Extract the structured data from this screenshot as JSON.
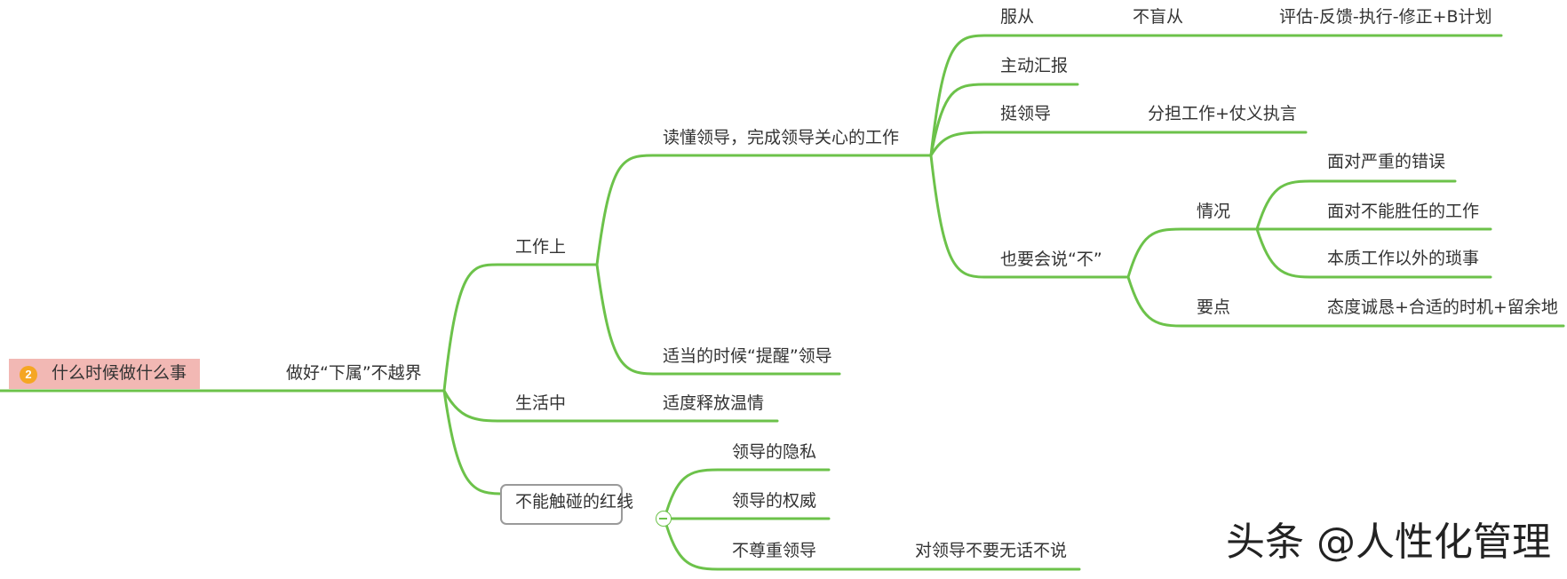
{
  "mindmap": {
    "root": {
      "badge": "2",
      "label": "什么时候做什么事"
    },
    "main": "做好“下属”不越界",
    "work": {
      "label": "工作上",
      "read_leader": "读懂领导，完成领导关心的工作",
      "obey": "服从",
      "not_blind": "不盲从",
      "eval": "评估-反馈-执行-修正+B计划",
      "report": "主动汇报",
      "support": "挺领导",
      "share": "分担工作+仗义执言",
      "say_no": "也要会说“不”",
      "situation": "情况",
      "serious_error": "面对严重的错误",
      "incompetent": "面对不能胜任的工作",
      "trivia": "本质工作以外的琐事",
      "key_points": "要点",
      "attitude": "态度诚恳+合适的时机+留余地",
      "remind": "适当的时候“提醒”领导"
    },
    "life": {
      "label": "生活中",
      "warmth": "适度释放温情"
    },
    "redline": {
      "label": "不能触碰的红线",
      "privacy": "领导的隐私",
      "authority": "领导的权威",
      "disrespect": "不尊重领导",
      "no_nonsense": "对领导不要无话不说"
    }
  },
  "watermark": "头条 @人性化管理",
  "colors": {
    "line": "#6cc24a",
    "root_fill": "#f2b8b4",
    "badge": "#f5a623",
    "box_border": "#9a9a9a"
  }
}
